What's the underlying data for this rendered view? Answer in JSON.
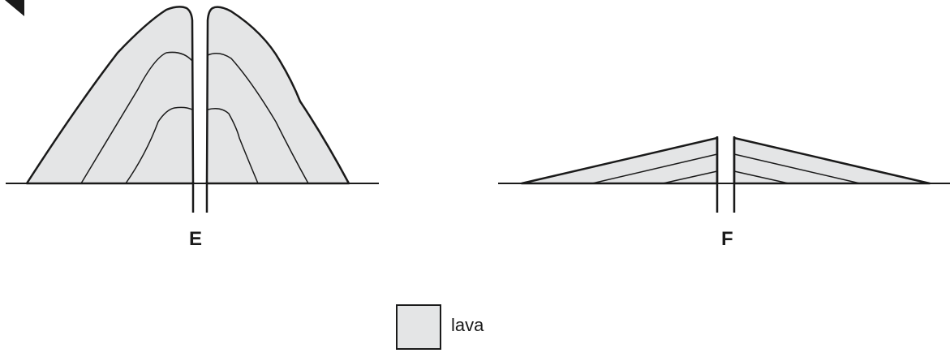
{
  "volcano_e": {
    "label": "E"
  },
  "volcano_f": {
    "label": "F"
  },
  "legend": {
    "label": "lava"
  },
  "colors": {
    "lava": "#e4e5e6",
    "line": "#1a1a1a",
    "background": "#ffffff"
  }
}
